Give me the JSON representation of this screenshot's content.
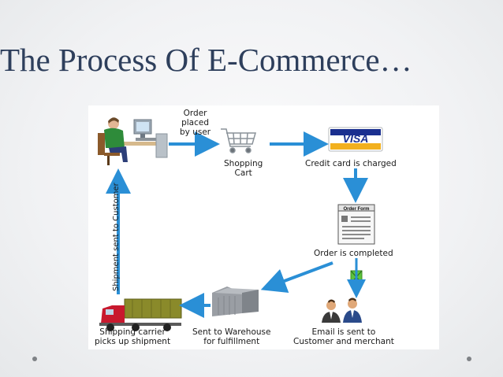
{
  "slide": {
    "title": "The Process Of E-Commerce…",
    "bullets": [
      "•",
      "•"
    ]
  },
  "diagram": {
    "steps": [
      {
        "id": "order",
        "label_lines": [
          "Order",
          "placed",
          "by user"
        ]
      },
      {
        "id": "cart",
        "label_lines": [
          "Shopping",
          "Cart"
        ]
      },
      {
        "id": "credit",
        "label_lines": [
          "Credit card is charged"
        ],
        "badge": "VISA"
      },
      {
        "id": "form",
        "label_lines": [
          "Order is completed"
        ],
        "badge": "Order Form"
      },
      {
        "id": "email",
        "label_lines": [
          "Email is sent to",
          "Customer and merchant"
        ]
      },
      {
        "id": "warehouse",
        "label_lines": [
          "Sent to Warehouse",
          "for fulfillment"
        ]
      },
      {
        "id": "carrier",
        "label_lines": [
          "Shipping carrier",
          "picks up shipment"
        ]
      },
      {
        "id": "shipment",
        "label_lines": [
          "Shipment sent to Customer"
        ]
      }
    ]
  },
  "colors": {
    "title": "#2e3f5c",
    "arrow": "#2a8fd6",
    "visa_blue": "#1a2f8f",
    "visa_gold": "#f2b01e",
    "envelope_green": "#5cc43c",
    "truck_red": "#c8192e",
    "container_olive": "#8a8a2a"
  },
  "icons": [
    "user-at-computer-icon",
    "shopping-cart-icon",
    "visa-card-icon",
    "order-form-icon",
    "email-envelope-icon",
    "people-icon",
    "warehouse-icon",
    "truck-icon"
  ]
}
